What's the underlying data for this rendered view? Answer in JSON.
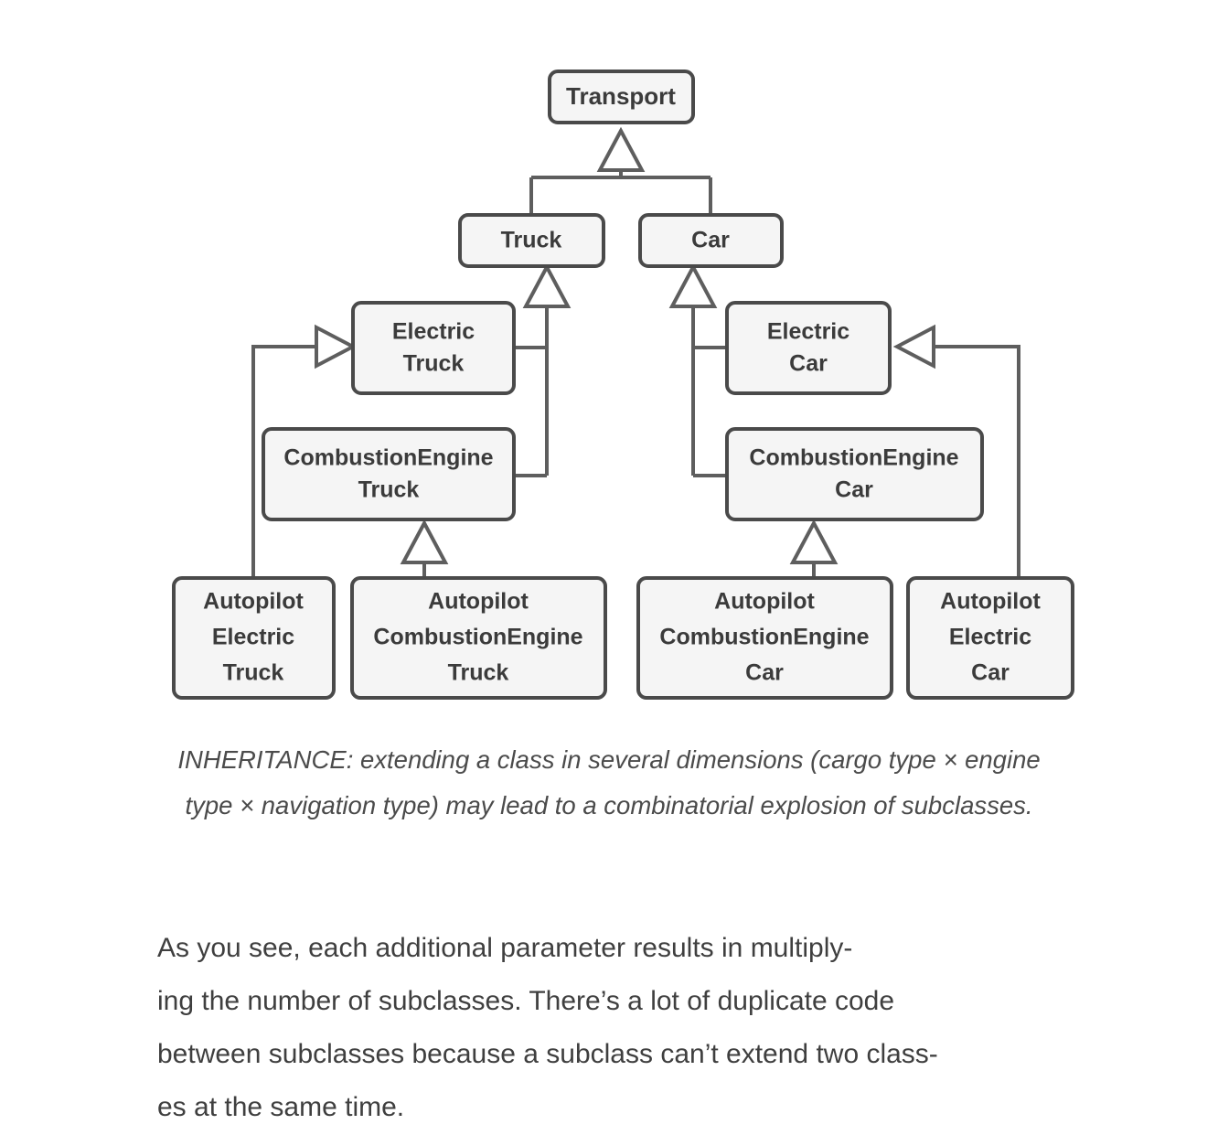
{
  "figure": {
    "title": "Inheritance combinatorial explosion class diagram",
    "caption": "INHERITANCE: extending a class in several dimensions (cargo type × engine type × navigation type) may lead to a combinatorial explosion of subclasses.",
    "colors": {
      "box_fill": "#f5f5f5",
      "box_border": "#4a4a4a",
      "connector": "#5e5e5e",
      "label_text": "#3b3b3b",
      "body_text": "#3f3f3f",
      "page_background": "#ffffff"
    },
    "nodes": {
      "transport": "Transport",
      "truck": "Truck",
      "car": "Car",
      "electric_truck_line1": "Electric",
      "electric_truck_line2": "Truck",
      "electric_car_line1": "Electric",
      "electric_car_line2": "Car",
      "combustion_truck_line1": "CombustionEngine",
      "combustion_truck_line2": "Truck",
      "combustion_car_line1": "CombustionEngine",
      "combustion_car_line2": "Car",
      "autopilot_electric_truck_line1": "Autopilot",
      "autopilot_electric_truck_line2": "Electric",
      "autopilot_electric_truck_line3": "Truck",
      "autopilot_combustion_truck_line1": "Autopilot",
      "autopilot_combustion_truck_line2": "CombustionEngine",
      "autopilot_combustion_truck_line3": "Truck",
      "autopilot_combustion_car_line1": "Autopilot",
      "autopilot_combustion_car_line2": "CombustionEngine",
      "autopilot_combustion_car_line3": "Car",
      "autopilot_electric_car_line1": "Autopilot",
      "autopilot_electric_car_line2": "Electric",
      "autopilot_electric_car_line3": "Car"
    },
    "edges": [
      {
        "from": "Truck",
        "to": "Transport",
        "type": "generalization"
      },
      {
        "from": "Car",
        "to": "Transport",
        "type": "generalization"
      },
      {
        "from": "ElectricTruck",
        "to": "Truck",
        "type": "generalization"
      },
      {
        "from": "CombustionEngineTruck",
        "to": "Truck",
        "type": "generalization"
      },
      {
        "from": "ElectricCar",
        "to": "Car",
        "type": "generalization"
      },
      {
        "from": "CombustionEngineCar",
        "to": "Car",
        "type": "generalization"
      },
      {
        "from": "AutopilotElectricTruck",
        "to": "ElectricTruck",
        "type": "generalization"
      },
      {
        "from": "AutopilotCombustionEngineTruck",
        "to": "CombustionEngineTruck",
        "type": "generalization"
      },
      {
        "from": "AutopilotCombustionEngineCar",
        "to": "CombustionEngineCar",
        "type": "generalization"
      },
      {
        "from": "AutopilotElectricCar",
        "to": "ElectricCar",
        "type": "generalization"
      }
    ]
  },
  "body": {
    "line1": "As you see, each additional parameter results in multiply-",
    "line2": "ing the number of subclasses. There’s a lot of duplicate code",
    "line3": "between subclasses because a subclass can’t extend two class-",
    "line4": "es at the same time."
  }
}
